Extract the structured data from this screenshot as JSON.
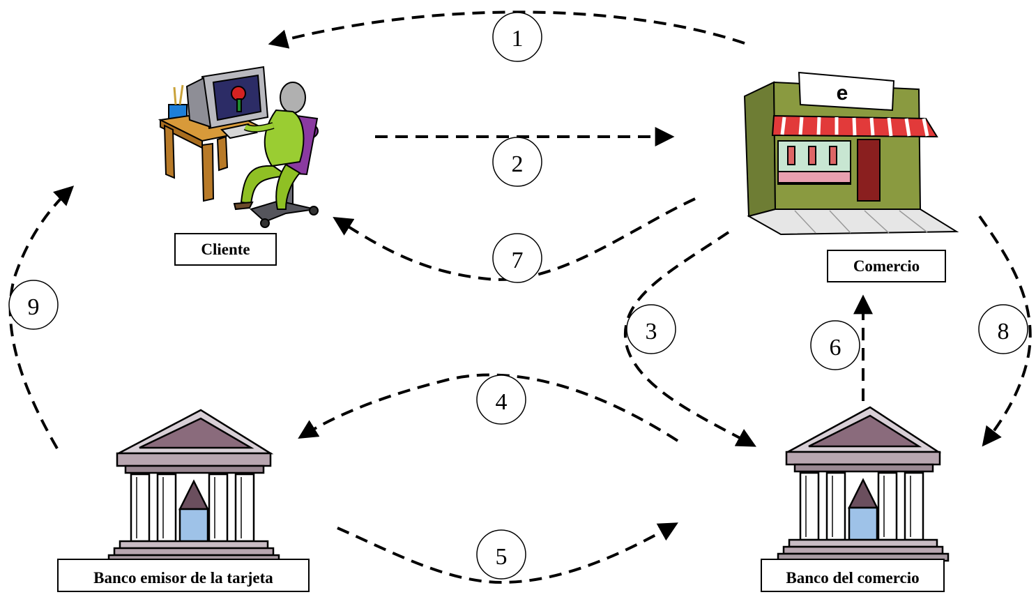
{
  "nodes": {
    "client": {
      "label": "Cliente"
    },
    "merchant": {
      "label": "Comercio",
      "sign": "e"
    },
    "issuer_bank": {
      "label": "Banco emisor de la tarjeta"
    },
    "merchant_bank": {
      "label": "Banco del comercio"
    }
  },
  "steps": [
    "1",
    "2",
    "3",
    "4",
    "5",
    "6",
    "7",
    "8",
    "9"
  ],
  "colors": {
    "arrow": "#000000",
    "desk": "#c58a2b",
    "person": "#9acd32",
    "chair": "#7b2d8e",
    "store_wall": "#7a8a3a",
    "awning": "#e23a3a",
    "bank_stone": "#b8a6b0",
    "bank_roof": "#6b4f5e"
  }
}
